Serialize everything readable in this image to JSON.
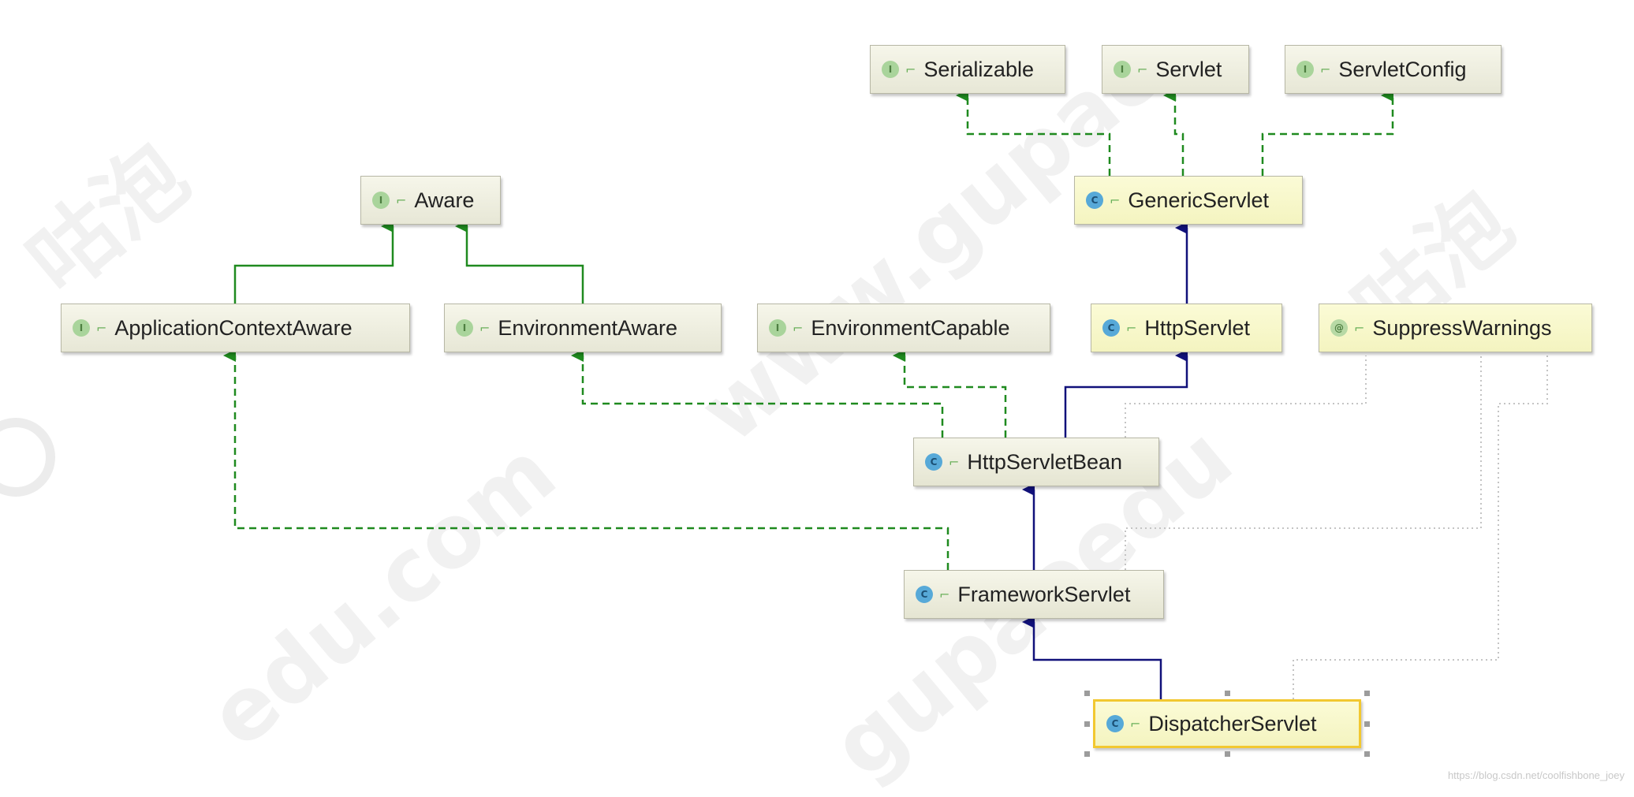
{
  "nodes": {
    "serializable": {
      "label": "Serializable",
      "kind": "interface"
    },
    "servlet": {
      "label": "Servlet",
      "kind": "interface"
    },
    "servlet_config": {
      "label": "ServletConfig",
      "kind": "interface"
    },
    "aware": {
      "label": "Aware",
      "kind": "interface"
    },
    "generic_servlet": {
      "label": "GenericServlet",
      "kind": "class"
    },
    "application_context_aware": {
      "label": "ApplicationContextAware",
      "kind": "interface"
    },
    "environment_aware": {
      "label": "EnvironmentAware",
      "kind": "interface"
    },
    "environment_capable": {
      "label": "EnvironmentCapable",
      "kind": "interface"
    },
    "http_servlet": {
      "label": "HttpServlet",
      "kind": "class"
    },
    "suppress_warnings": {
      "label": "SuppressWarnings",
      "kind": "annotation"
    },
    "http_servlet_bean": {
      "label": "HttpServletBean",
      "kind": "class"
    },
    "framework_servlet": {
      "label": "FrameworkServlet",
      "kind": "class"
    },
    "dispatcher_servlet": {
      "label": "DispatcherServlet",
      "kind": "class",
      "selected": true
    }
  },
  "badges": {
    "interface": "I",
    "class": "C",
    "annotation": "@"
  },
  "edges": [
    {
      "from": "generic_servlet",
      "to": "serializable",
      "type": "implements"
    },
    {
      "from": "generic_servlet",
      "to": "servlet",
      "type": "implements"
    },
    {
      "from": "generic_servlet",
      "to": "servlet_config",
      "type": "implements"
    },
    {
      "from": "application_context_aware",
      "to": "aware",
      "type": "extends-interface"
    },
    {
      "from": "environment_aware",
      "to": "aware",
      "type": "extends-interface"
    },
    {
      "from": "http_servlet",
      "to": "generic_servlet",
      "type": "extends"
    },
    {
      "from": "http_servlet_bean",
      "to": "http_servlet",
      "type": "extends"
    },
    {
      "from": "http_servlet_bean",
      "to": "environment_aware",
      "type": "implements"
    },
    {
      "from": "http_servlet_bean",
      "to": "environment_capable",
      "type": "implements"
    },
    {
      "from": "framework_servlet",
      "to": "http_servlet_bean",
      "type": "extends"
    },
    {
      "from": "framework_servlet",
      "to": "application_context_aware",
      "type": "implements"
    },
    {
      "from": "dispatcher_servlet",
      "to": "framework_servlet",
      "type": "extends"
    },
    {
      "from": "http_servlet_bean",
      "to": "suppress_warnings",
      "type": "annotated"
    },
    {
      "from": "framework_servlet",
      "to": "suppress_warnings",
      "type": "annotated"
    },
    {
      "from": "dispatcher_servlet",
      "to": "suppress_warnings",
      "type": "annotated"
    }
  ],
  "colors": {
    "implements": "#1f8a1f",
    "extends": "#11117a",
    "annotated": "#c4c4c4",
    "selection": "#f2c830"
  },
  "icons": {
    "visibility": "lock-icon"
  },
  "credit": "https://blog.csdn.net/coolfishbone_joey"
}
